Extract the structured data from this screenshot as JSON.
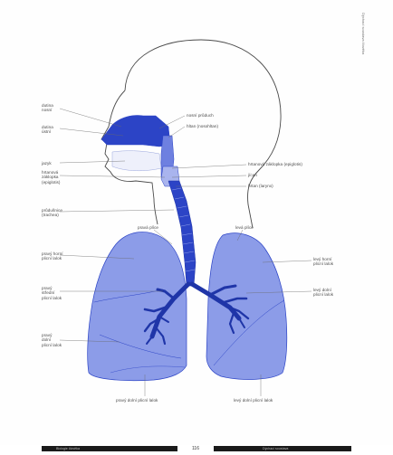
{
  "colors": {
    "organ_fill": "#8c9ce8",
    "organ_dark": "#2c44c6",
    "outline": "#4a4a4a",
    "label_text": "#4a4a4a"
  },
  "labels": {
    "nosna_dutina": "dutina\nnosní",
    "ustni_dutina": "dutina\nústní",
    "jazyk": "jazyk",
    "hrtanova_zaklopka": "hrtanová\nzáklopka\n(epiglotis)",
    "prubedusnice": "průdušnice\n(trachea)",
    "pravy_horni_lalok": "pravý horní\nplicní lalok",
    "pravy_stredni_lalok": "pravý\nstřední\nplicní lalok",
    "pravy_dolni_lalok": "pravý\ndolní\nplicní lalok",
    "nosni_pruduch": "nosní průduch",
    "hltan_nosni": "hltan (nosohltan)",
    "hrtan_hlasivky": "hrtanová záklopka (epiglotis)",
    "jicen": "jícen",
    "hrtan": "hrtan (larynx)",
    "prava_plice": "pravá plíce",
    "leva_plice": "levá plíce",
    "levy_horni_lalok": "levý horní\nplicní lalok",
    "levy_dolni_lalok": "levý dolní\nplicní lalok",
    "prava_dolni_dole": "pravý dolní plicní lalok",
    "leva_dolni_dole": "levý dolní plicní lalok"
  },
  "side_caption": "Dýchací soustava člověka",
  "footer": {
    "left_text": "Biologie člověka",
    "page_number": "116",
    "right_text": "Dýchací soustava"
  }
}
